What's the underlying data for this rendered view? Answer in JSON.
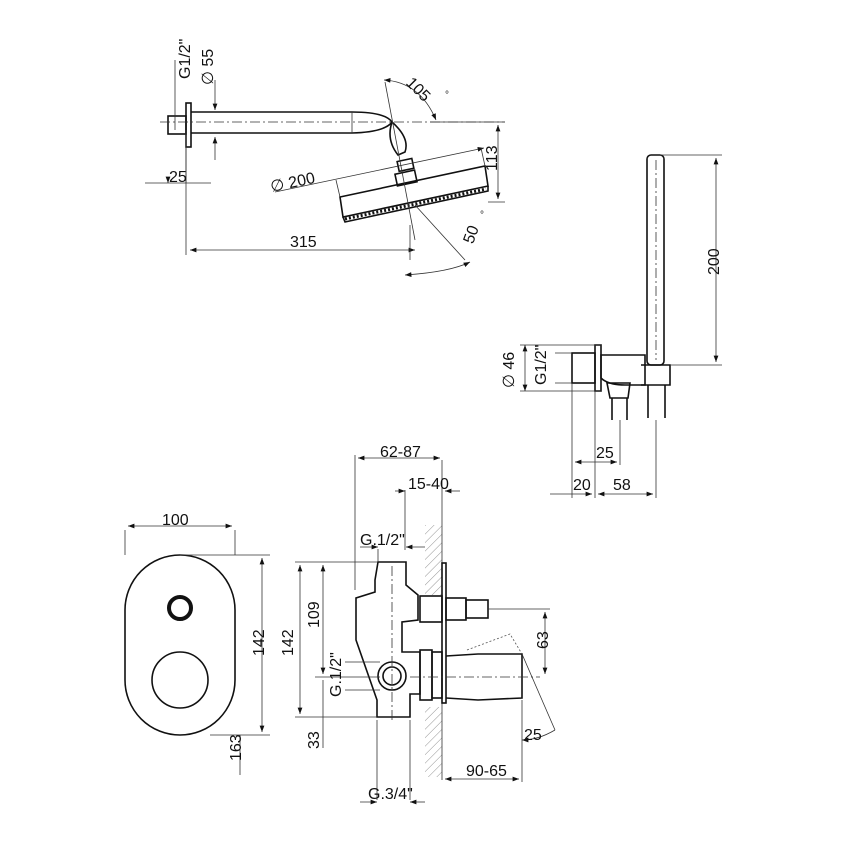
{
  "shower_arm": {
    "thread": "G1/2\"",
    "arm_diameter": "∅ 55",
    "tilt_angle": "105",
    "degree_symbol": "°",
    "head_height": "113",
    "head_diameter": "∅ 200",
    "flange_depth": "25",
    "projection": "315",
    "swivel_angle": "50"
  },
  "hand_shower": {
    "length": "200",
    "outlet_diameter": "∅ 46",
    "thread": "G1/2\"",
    "hose_offset": "25",
    "flange": "20",
    "depth": "58"
  },
  "cover_plate": {
    "width": "100",
    "height": "142",
    "total_height": "163"
  },
  "mixer_body": {
    "depth_range": "62-87",
    "wall_range": "15-40",
    "top_thread": "G.1/2\"",
    "height_upper": "109",
    "height_total": "142",
    "handle_offset": "63",
    "side_thread": "G.1/2\"",
    "height_lower": "33",
    "handle_diameter": "25",
    "projection_range": "90-65",
    "bottom_thread": "G.3/4\""
  }
}
